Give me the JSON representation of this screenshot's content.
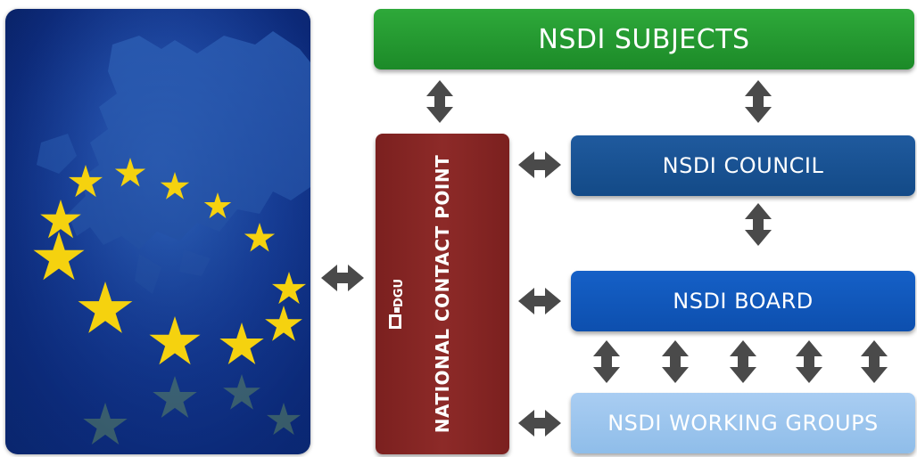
{
  "boxes": {
    "subjects": "NSDI SUBJECTS",
    "council": "NSDI COUNCIL",
    "board": "NSDI BOARD",
    "groups": "NSDI WORKING GROUPS",
    "contact_point": "NATIONAL CONTACT POINT",
    "logo_text": "DGU"
  },
  "colors": {
    "subjects": "#2ea93a",
    "council": "#1f5a9e",
    "board": "#1560c7",
    "groups": "#a9cdf2",
    "contact_point": "#8d2a28",
    "arrow": "#4a4a4a",
    "star": "#f5d20f"
  },
  "image": {
    "icon": "eu-flag-europe-map"
  }
}
